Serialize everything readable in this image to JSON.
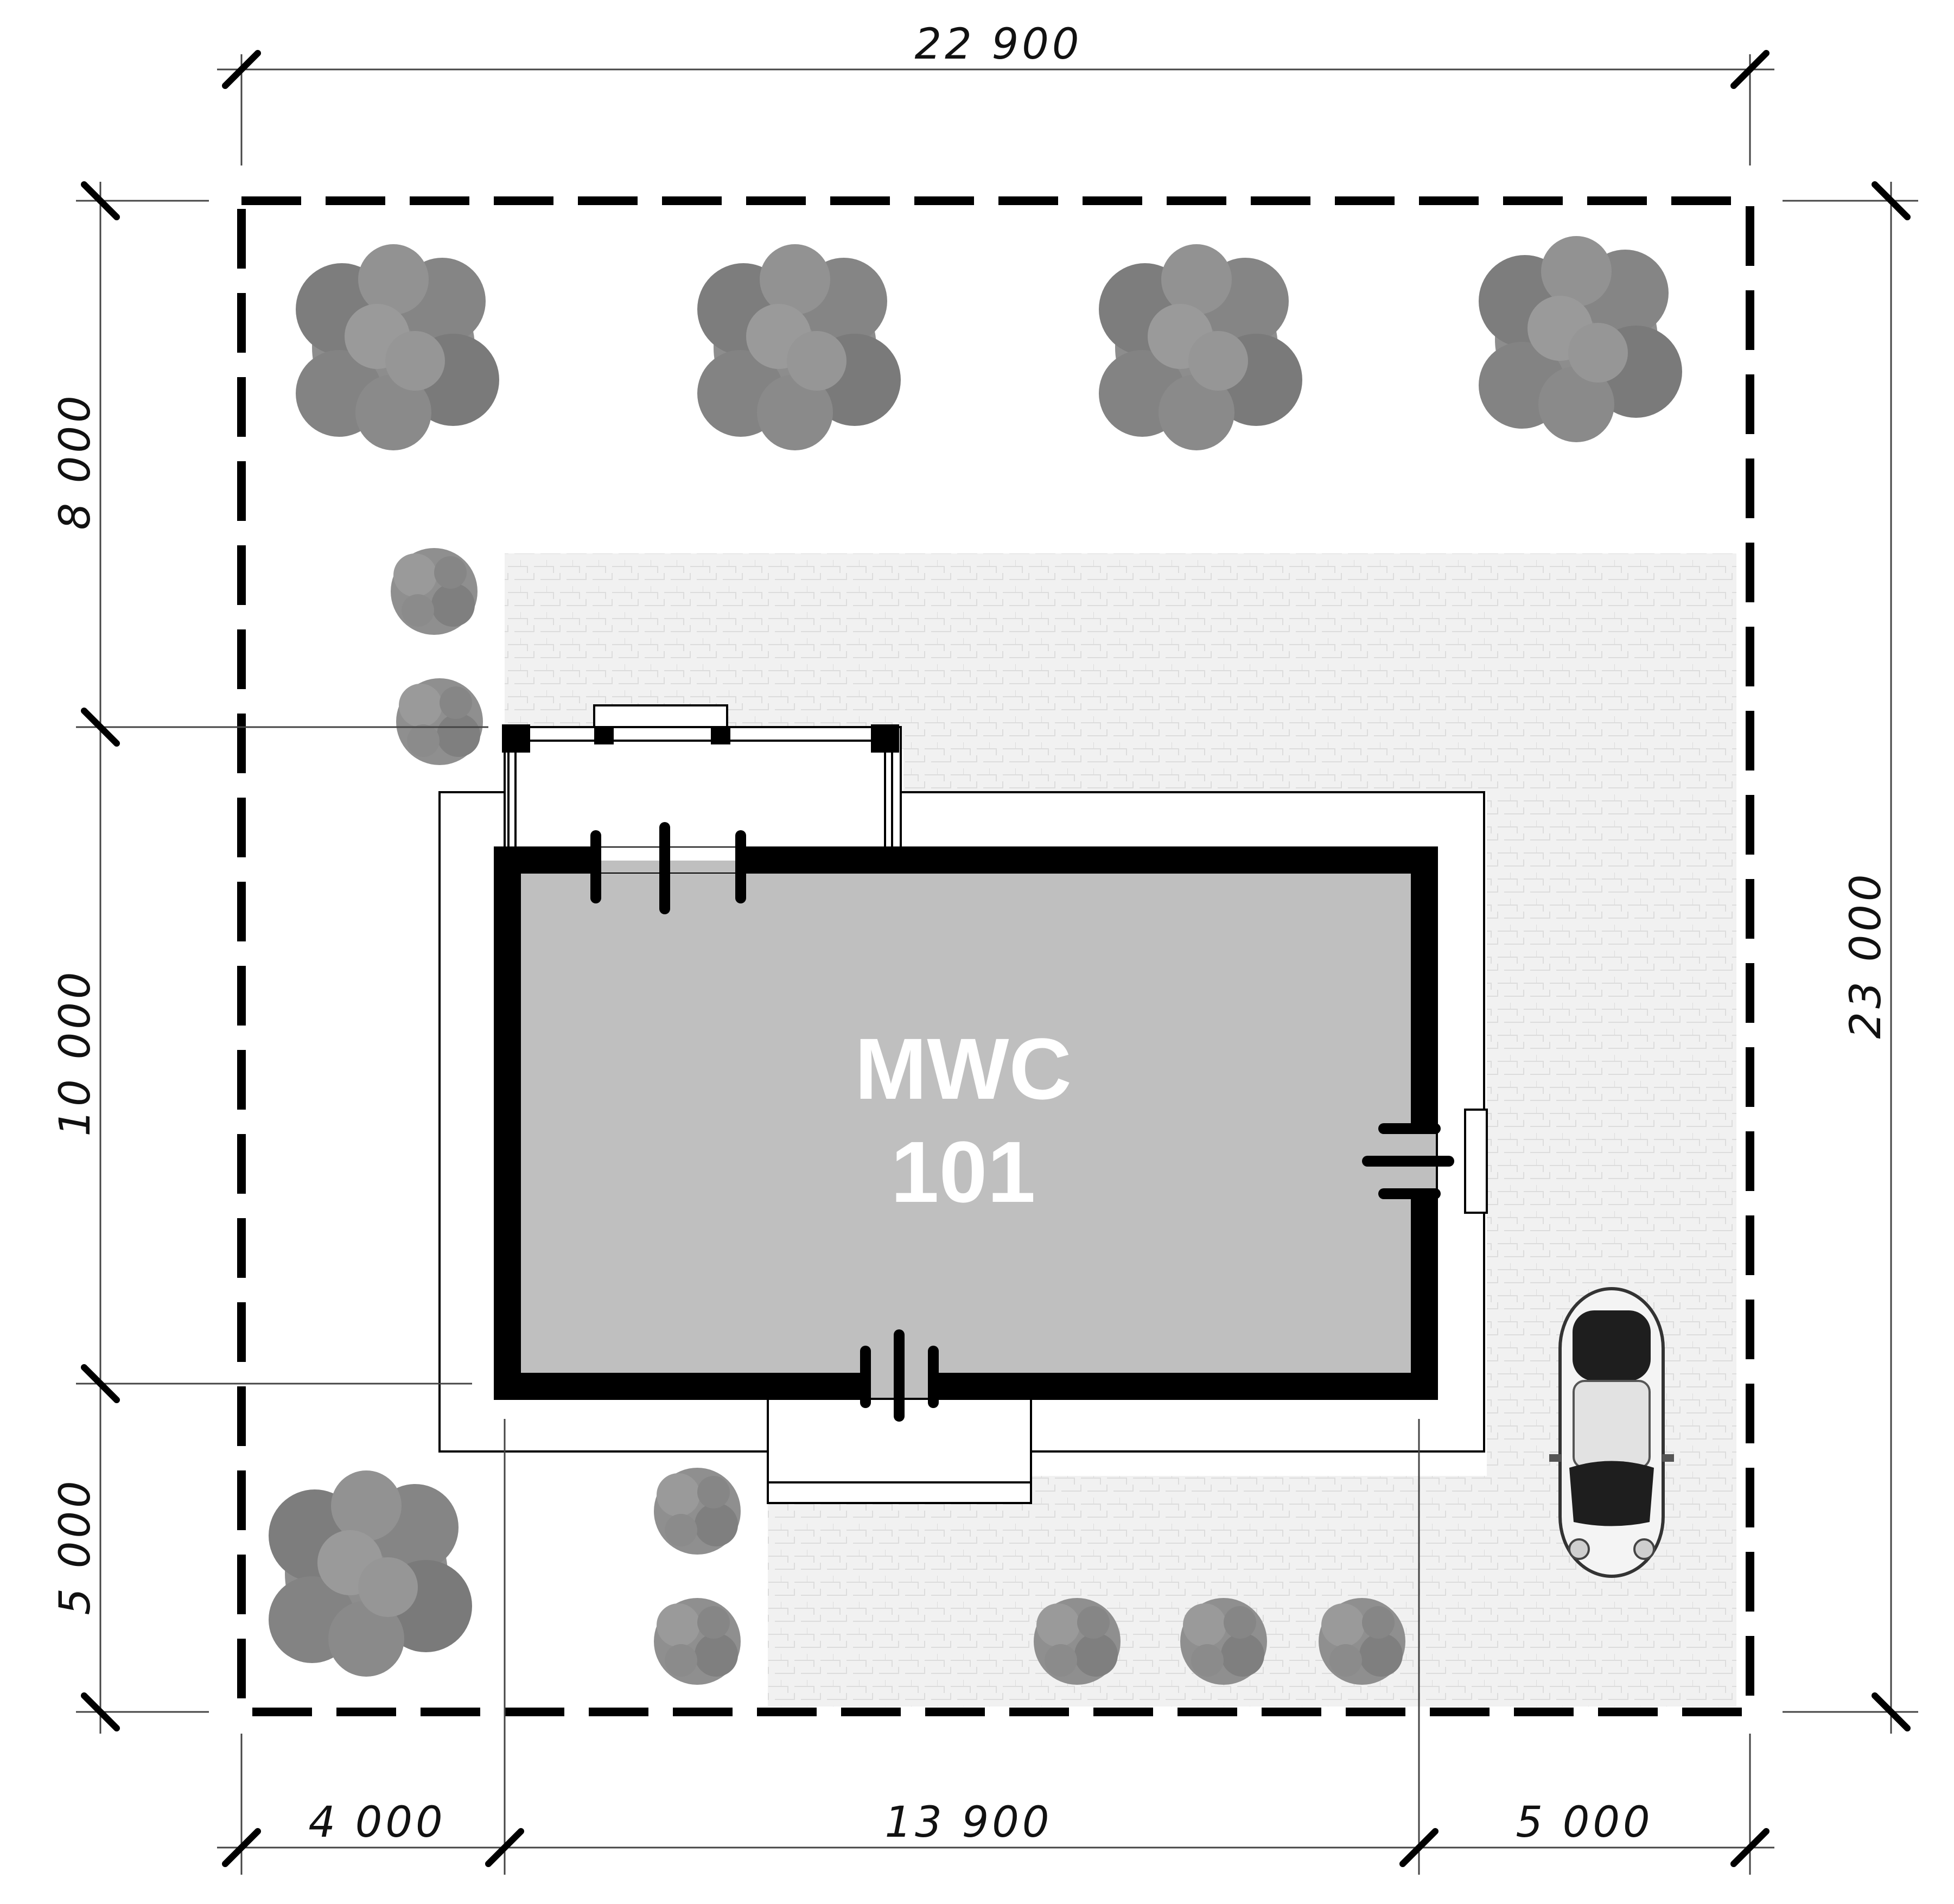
{
  "plan": {
    "house_code_line1": "MWC",
    "house_code_line2": "101",
    "dimensions": {
      "top_total": "22 900",
      "right_total": "23 000",
      "left_upper": "8 000",
      "left_middle": "10 000",
      "left_lower": "5 000",
      "bottom_left": "4 000",
      "bottom_middle": "13 900",
      "bottom_right": "5 000"
    },
    "colors": {
      "house_fill": "#bfbfbf",
      "wall": "#000000",
      "paving": "#efefef",
      "tree": "#8a8a8a",
      "line": "#000000"
    },
    "icons": [
      "tree-icon",
      "shrub-icon",
      "car-icon"
    ]
  }
}
